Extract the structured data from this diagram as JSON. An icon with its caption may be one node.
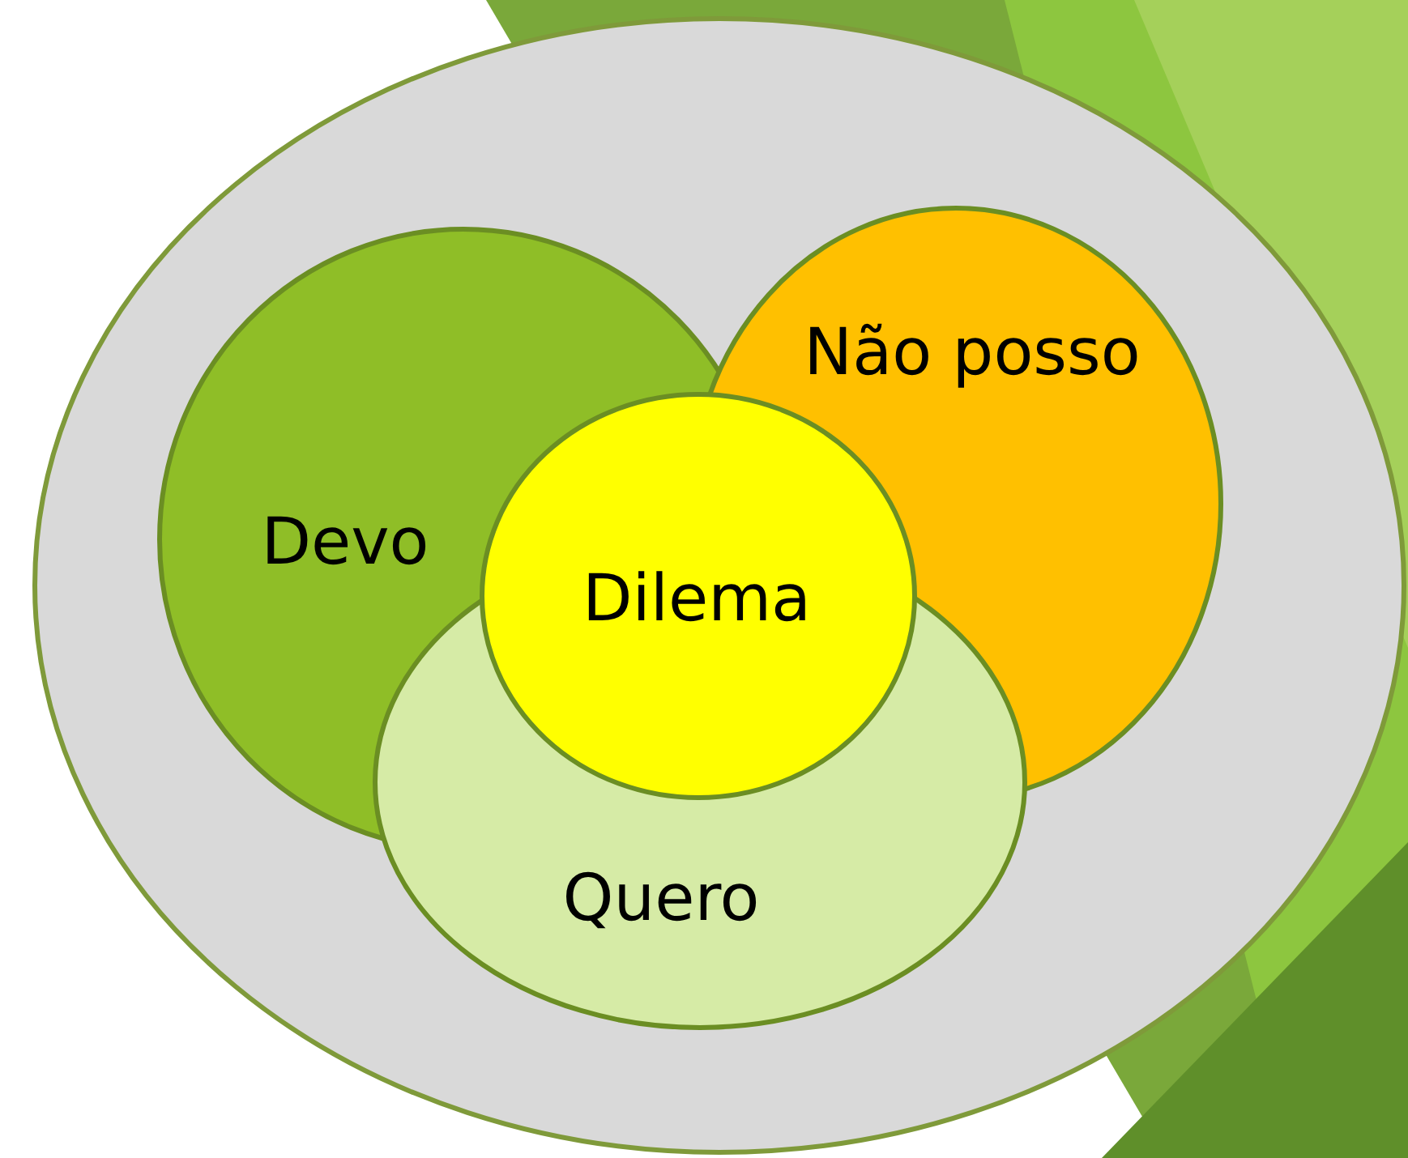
{
  "diagram": {
    "nodes": [
      {
        "text": [],
        "shape": "ellipse"
      },
      {
        "text": [
          "Devo"
        ],
        "in": 0
      },
      {
        "text": [
          "Não posso"
        ],
        "in": 0
      },
      {
        "text": [
          "Dilema"
        ],
        "in": 0
      },
      {
        "text": [
          "Quero"
        ],
        "in": 0
      }
    ]
  }
}
